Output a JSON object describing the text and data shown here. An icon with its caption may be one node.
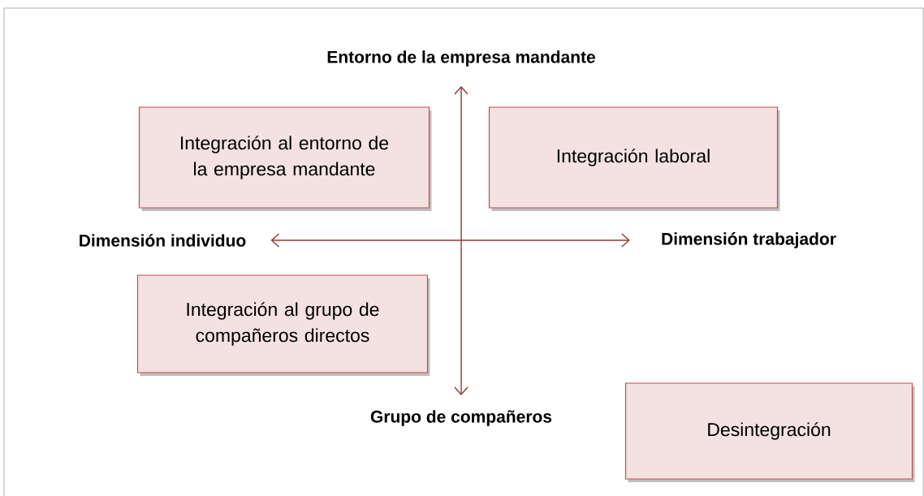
{
  "diagram": {
    "nodes": [
      {
        "text": [
          "Entorno de la empresa mandante"
        ]
      },
      {
        "text": [
          "Integración al entorno de la empresa mandante"
        ]
      },
      {
        "text": [
          "Integración laboral"
        ]
      },
      {
        "text": [
          "Dimensión individuo"
        ]
      },
      {
        "text": [
          "Dimensión trabajador"
        ]
      },
      {
        "text": [
          "Integración al grupo de compañeros directos"
        ]
      },
      {
        "text": [
          "Grupo de compañeros"
        ]
      },
      {
        "text": [
          "Desintegración"
        ]
      }
    ],
    "edges": [
      {
        "from": 0,
        "to": 6,
        "arrow": "both"
      },
      {
        "from": 3,
        "to": 4,
        "arrow": "both"
      }
    ]
  }
}
